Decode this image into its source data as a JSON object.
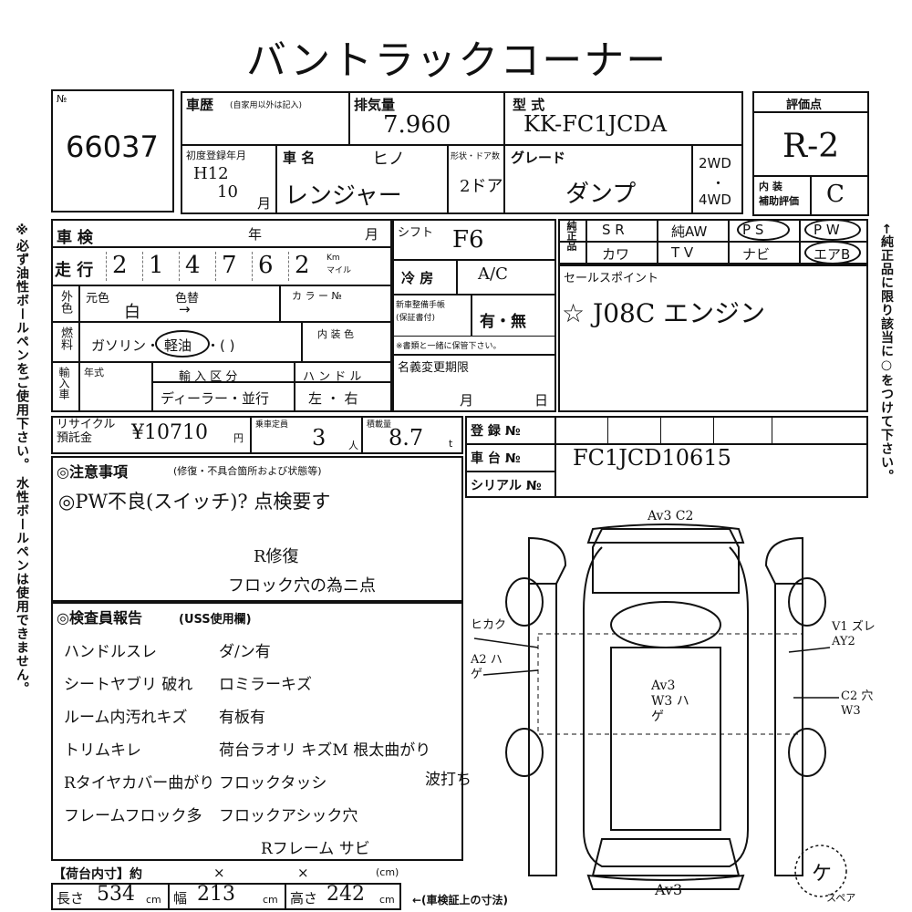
{
  "title": "バントラックコーナー",
  "no_label": "№",
  "lot_number": "66037",
  "history": {
    "label": "車歴",
    "note": "(自家用以外は記入)"
  },
  "displacement": {
    "label": "排気量",
    "value": "7.960"
  },
  "model_type": {
    "label": "型 式",
    "value": "KK-FC1JCDA"
  },
  "score": {
    "label": "評価点",
    "value": "R-2"
  },
  "first_reg": {
    "label": "初度登録年月",
    "year": "H12",
    "month": "10",
    "unit": "月"
  },
  "car_name": {
    "label": "車 名",
    "maker": "ヒノ",
    "name": "レンジャー"
  },
  "doors": {
    "label": "形状・ドア数",
    "value": "2ドア"
  },
  "grade": {
    "label": "グレード",
    "value": "ダンプ"
  },
  "drive": {
    "two": "2WD",
    "dot": "・",
    "four": "4WD"
  },
  "interior": {
    "label": "内 装\n補助評価",
    "value": "C"
  },
  "shaken": {
    "label": "車 検",
    "year": "年",
    "month": "月"
  },
  "shift": {
    "label": "シフト",
    "value": "F6"
  },
  "equip": {
    "genuine_label": "純正品",
    "row1": [
      "S R",
      "純AW",
      "P S",
      "P W"
    ],
    "row2": [
      "カワ",
      "T V",
      "ナビ",
      "エアB"
    ]
  },
  "mileage": {
    "label": "走 行",
    "digits": [
      "2",
      "1",
      "4",
      "7",
      "6",
      "2"
    ],
    "unit": "Km\nマイル"
  },
  "ac": {
    "label": "冷 房",
    "value": "A/C"
  },
  "sales": {
    "label": "セールスポイント",
    "value": "☆ J08C エンジン"
  },
  "color": {
    "ext_label": "外色",
    "orig_label": "元色",
    "orig_value": "白",
    "change_label": "色替",
    "arrow": "→",
    "code_label": "カ ラ ー №"
  },
  "manual": {
    "label": "新車整備手帳\n(保証書付)",
    "value": "有・無",
    "note": "※書類と一緒に保管下さい。"
  },
  "fuel": {
    "label": "燃料",
    "gas": "ガソリン・",
    "diesel": "軽油",
    "rest": "・(        )",
    "interior_color": "内 装 色"
  },
  "import": {
    "label": "輸入車",
    "year_label": "年式",
    "class_label": "輸 入 区 分",
    "class_value": "ディーラー・並行",
    "handle_label": "ハ ン ド ル",
    "handle_value": "左 ・ 右"
  },
  "name_change": {
    "label": "名義変更期限",
    "month": "月",
    "day": "日"
  },
  "recycle": {
    "label": "リサイクル\n預託金",
    "value": "¥10710",
    "unit": "円"
  },
  "capacity": {
    "label": "乗車定員",
    "value": "3",
    "unit": "人"
  },
  "load": {
    "label": "積載量",
    "value": "8.7",
    "unit": "t"
  },
  "registration": {
    "reg_label": "登 録 №",
    "chassis_label": "車 台 №",
    "chassis_value": "FC1JCD10615",
    "serial_label": "シリアル №"
  },
  "notes": {
    "label": "◎注意事項",
    "sub": "(修復・不具合箇所および状態等)",
    "line1": "◎PW不良(スイッチ)? 点検要す",
    "line2": "R修復",
    "line3": "フロック穴の為ニ点"
  },
  "inspector": {
    "label": "◎検査員報告",
    "sub": "(USS使用欄)",
    "lines": [
      [
        "ハンドルスレ",
        "ダ/ン有"
      ],
      [
        "シートヤブリ 破れ",
        "ロミラーキズ"
      ],
      [
        "ルーム内汚れキズ",
        "有板有"
      ],
      [
        "トリムキレ",
        "荷台ラオリ キズM 根太曲がり"
      ],
      [
        "Rタイヤカバー曲がり",
        "フロックタッシ",
        "波打ち"
      ],
      [
        "フレームフロック多",
        "フロックアシック穴"
      ],
      [
        "",
        "Rフレーム サビ"
      ]
    ]
  },
  "bed_size": {
    "label": "【荷台内寸】約",
    "x1": "×",
    "x2": "×",
    "unit": "(cm)"
  },
  "dims": {
    "len_label": "長さ",
    "len": "534",
    "wid_label": "幅",
    "wid": "213",
    "hei_label": "高さ",
    "hei": "242",
    "cm": "cm",
    "note": "←(車検証上の寸法)"
  },
  "left_note": "※必ず油性ボールペンをご使用下さい。 水性ボールペンは使用できません。",
  "right_note": "←純正品に限り該当に○をつけて下さい。",
  "diagram": {
    "top": "Av3 C2",
    "bottom": "Av3",
    "center": "Av3 W3 ハゲ",
    "left1": "ヒカク",
    "left2": "A2 ハゲ",
    "right1": "V1 ズレ AY2",
    "right2": "C2 穴 W3",
    "spare_mark": "ケ",
    "spare_label": "スペア"
  }
}
